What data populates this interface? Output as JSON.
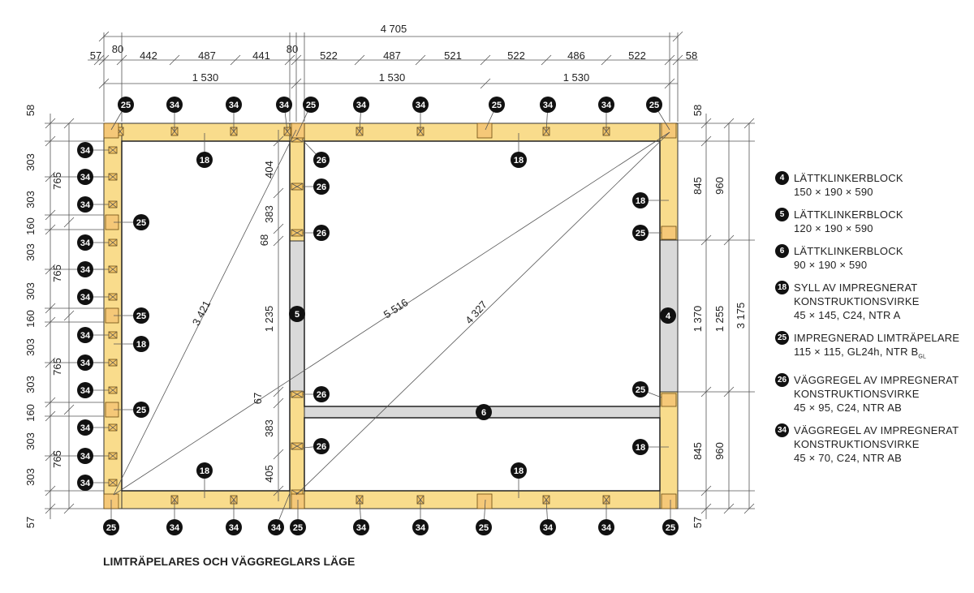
{
  "title": "LIMTRÄPELARES OCH VÄGGREGLARS LÄGE",
  "colors": {
    "timber": "#f9dc8c",
    "block": "#d9d9d9",
    "marker": "#111111"
  },
  "dims": {
    "total_top": "4 705",
    "top_row": [
      "57",
      "80",
      "442",
      "487",
      "441",
      "80",
      "522",
      "487",
      "521",
      "522",
      "486",
      "522",
      "58"
    ],
    "mid_row": [
      "1 530",
      "1 530",
      "1 530"
    ],
    "left_outer": [
      "58",
      "303",
      "303",
      "160",
      "303",
      "303",
      "160",
      "303",
      "303",
      "160",
      "303",
      "303",
      "57"
    ],
    "left_inner": [
      "765",
      "765",
      "765",
      "765"
    ],
    "right_1": [
      "58",
      "845",
      "1 370",
      "845",
      "57"
    ],
    "right_2": [
      "960",
      "1 255",
      "960"
    ],
    "right_3": "3 175",
    "interior": [
      "404",
      "383",
      "68",
      "1 235",
      "67",
      "383",
      "405"
    ],
    "diagonals": [
      "3 421",
      "5 516",
      "4 327"
    ]
  },
  "markers": {
    "top": [
      "25",
      "34",
      "34",
      "34",
      "25",
      "34",
      "34",
      "25",
      "34",
      "34",
      "25"
    ],
    "bottom": [
      "25",
      "34",
      "34",
      "34",
      "25",
      "34",
      "34",
      "25",
      "34",
      "34",
      "25"
    ],
    "left": [
      "34",
      "34",
      "34",
      "34",
      "34",
      "34",
      "34",
      "34",
      "34",
      "34",
      "34",
      "34"
    ],
    "inner": [
      "25",
      "25",
      "25",
      "18",
      "18",
      "18",
      "18",
      "18",
      "18",
      "18",
      "26",
      "26",
      "26",
      "26",
      "26",
      "25",
      "25",
      "5",
      "4",
      "6"
    ]
  },
  "legend": [
    {
      "num": "4",
      "lines": [
        "LÄTTKLINKERBLOCK",
        "150 × 190 × 590"
      ]
    },
    {
      "num": "5",
      "lines": [
        "LÄTTKLINKERBLOCK",
        "120 × 190 × 590"
      ]
    },
    {
      "num": "6",
      "lines": [
        "LÄTTKLINKERBLOCK",
        "90 × 190 × 590"
      ]
    },
    {
      "num": "18",
      "lines": [
        "SYLL AV IMPREGNERAT",
        "KONSTRUKTIONSVIRKE",
        "45 × 145, C24, NTR A"
      ]
    },
    {
      "num": "25",
      "lines": [
        "IMPREGNERAD LIMTRÄPELARE",
        "115 × 115, GL24h, NTR B"
      ],
      "sub": "GL"
    },
    {
      "num": "26",
      "lines": [
        "VÄGGREGEL AV IMPREGNERAT",
        "KONSTRUKTIONSVIRKE",
        "45 × 95, C24, NTR AB"
      ]
    },
    {
      "num": "34",
      "lines": [
        "VÄGGREGEL AV IMPREGNERAT",
        "KONSTRUKTIONSVIRKE",
        "45 × 70, C24, NTR AB"
      ]
    }
  ]
}
